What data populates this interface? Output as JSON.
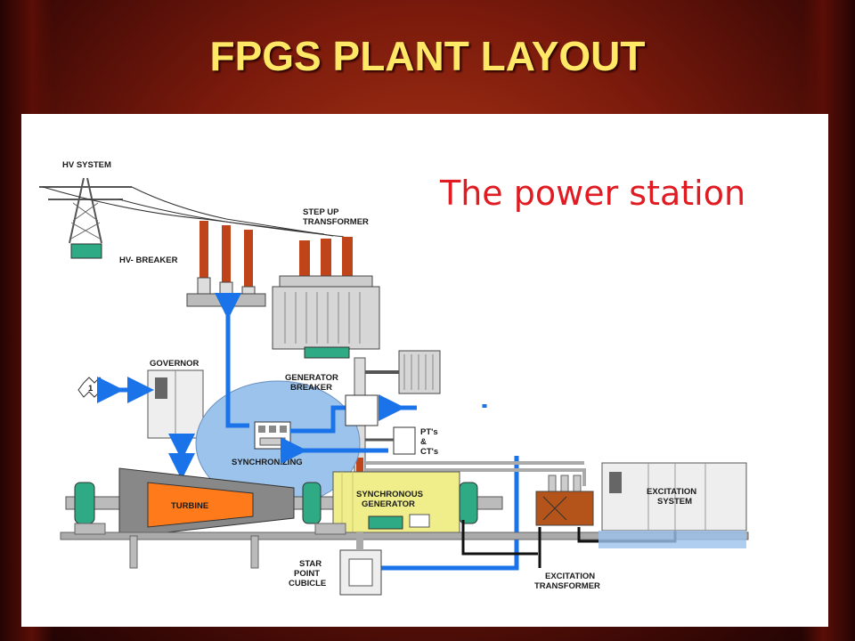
{
  "title": "FPGS PLANT LAYOUT",
  "diagram": {
    "heading": "The power station",
    "labels": {
      "hv_system": "HV SYSTEM",
      "hv_breaker": "HV- BREAKER",
      "step_up_1": "STEP UP",
      "step_up_2": "TRANSFORMER",
      "governor": "GOVERNOR",
      "gen_breaker_1": "GENERATOR",
      "gen_breaker_2": "BREAKER",
      "synchronizing": "SYNCHRONIZING",
      "pts": "PT's",
      "amp": "&",
      "cts": "CT's",
      "turbine": "TURBINE",
      "sync_gen_1": "SYNCHRONOUS",
      "sync_gen_2": "GENERATOR",
      "excitation_system_1": "EXCITATION",
      "excitation_system_2": "SYSTEM",
      "star_point_1": "STAR",
      "star_point_2": "POINT",
      "star_point_3": "CUBICLE",
      "exc_transformer_1": "EXCITATION",
      "exc_transformer_2": "TRANSFORMER",
      "marker": "1"
    },
    "colors": {
      "title": "#ffe866",
      "heading": "#e11b22",
      "flow_arrow": "#1a73e8",
      "insulator": "#c0441a",
      "sync_ellipse": "#9cc3ec",
      "generator_body": "#f0ee8a",
      "turbine_core": "#ff7a1a"
    }
  }
}
